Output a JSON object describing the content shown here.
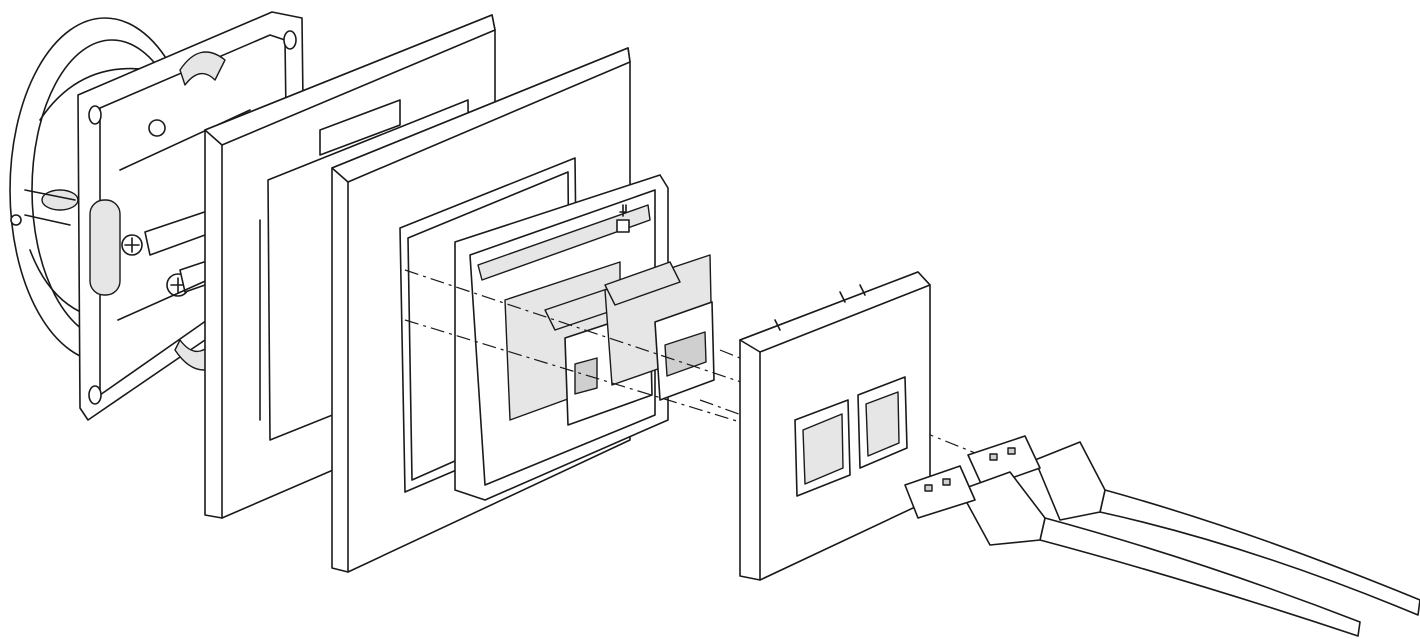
{
  "diagram": {
    "type": "exploded-assembly",
    "components": [
      {
        "id": "mounting-box",
        "icon": "round-mounting-box"
      },
      {
        "id": "mechanism-frame",
        "icon": "metal-frame-with-screws"
      },
      {
        "id": "usb-insert-plug",
        "icon": "usb-a-plug"
      },
      {
        "id": "cover-frame-back",
        "icon": "square-plate"
      },
      {
        "id": "cover-frame-front",
        "icon": "square-plate-with-opening"
      },
      {
        "id": "dual-usb-module",
        "icon": "usb-keystone-pair"
      },
      {
        "id": "front-cover-plate",
        "icon": "cover-with-two-ports"
      },
      {
        "id": "usb-cables",
        "icon": "usb-a-cable-pair"
      }
    ],
    "colors": {
      "line": "#1a1a1a",
      "fill": "#ffffff",
      "shade": "#e6e6e6"
    }
  }
}
